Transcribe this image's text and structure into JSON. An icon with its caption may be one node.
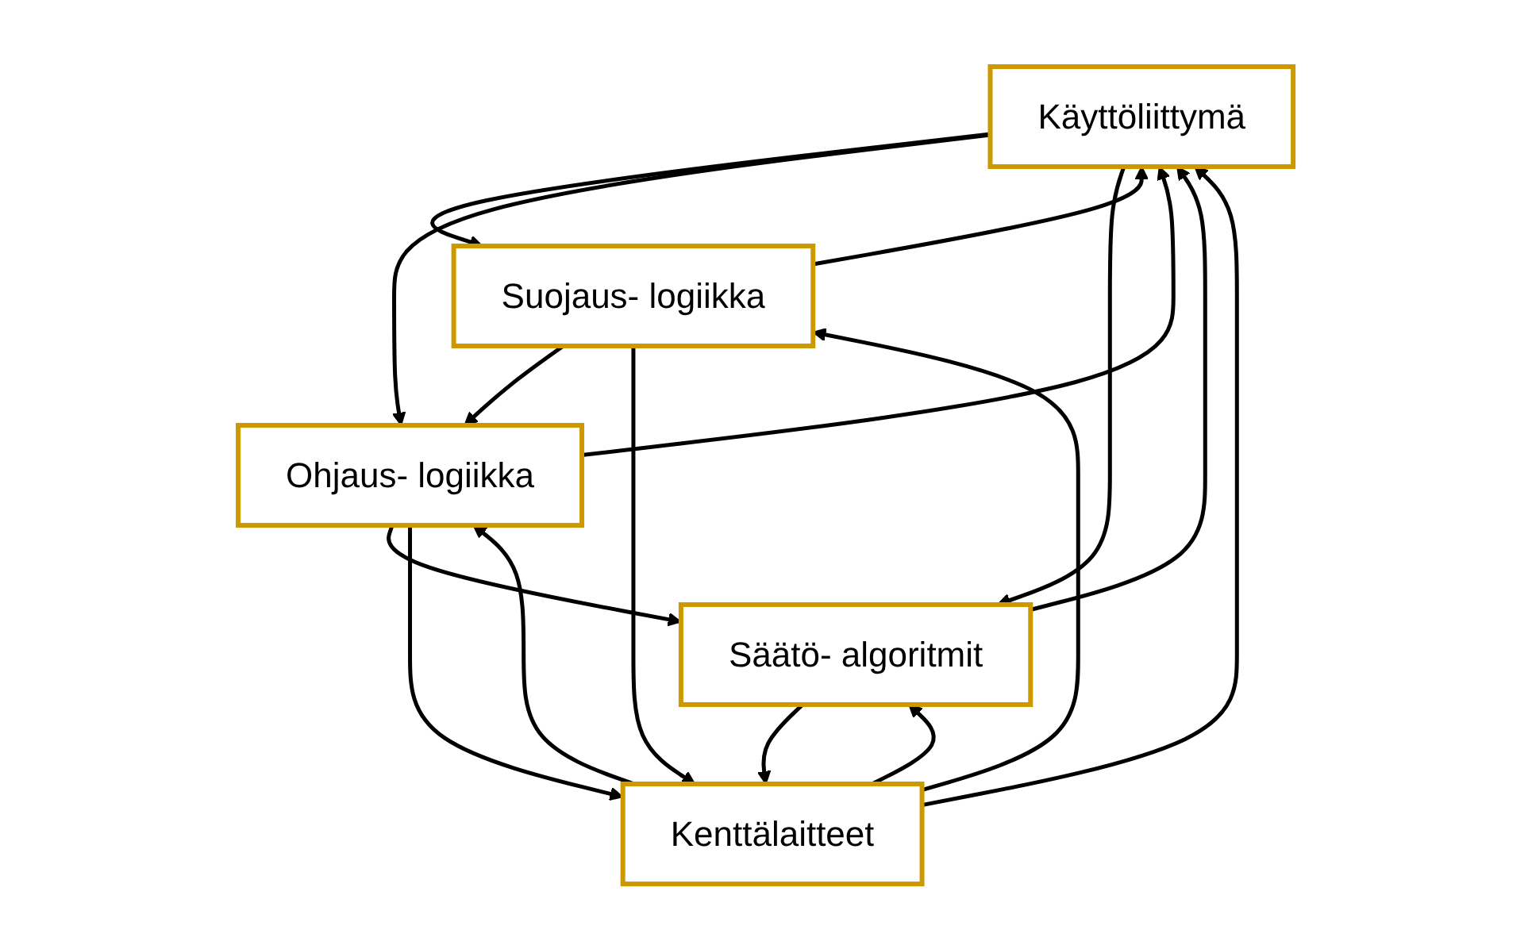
{
  "diagram": {
    "nodes": [
      {
        "text": [
          "Käyttöliittymä"
        ]
      },
      {
        "text": [
          "Suojaus- logiikka"
        ]
      },
      {
        "text": [
          "Ohjaus- logiikka"
        ]
      },
      {
        "text": [
          "Säätö- algoritmit"
        ]
      },
      {
        "text": [
          "Kenttälaitteet"
        ]
      }
    ],
    "edges": [
      {
        "from": 4,
        "to": 0,
        "arrow": "to"
      },
      {
        "from": 1,
        "to": 0,
        "arrow": "to"
      },
      {
        "from": 0,
        "to": 1,
        "arrow": "to"
      },
      {
        "from": 2,
        "to": 0,
        "arrow": "to"
      },
      {
        "from": 0,
        "to": 2,
        "arrow": "to"
      },
      {
        "from": 3,
        "to": 0,
        "arrow": "to"
      },
      {
        "from": 0,
        "to": 3,
        "arrow": "to"
      },
      {
        "from": 1,
        "to": 2,
        "arrow": "to"
      },
      {
        "from": 2,
        "to": 3,
        "arrow": "to"
      },
      {
        "from": 4,
        "to": 1,
        "arrow": "to"
      },
      {
        "from": 1,
        "to": 4,
        "arrow": "to"
      },
      {
        "from": 4,
        "to": 2,
        "arrow": "to"
      },
      {
        "from": 2,
        "to": 4,
        "arrow": "to"
      },
      {
        "from": 4,
        "to": 3,
        "arrow": "to"
      },
      {
        "from": 3,
        "to": 4,
        "arrow": "to"
      }
    ]
  }
}
